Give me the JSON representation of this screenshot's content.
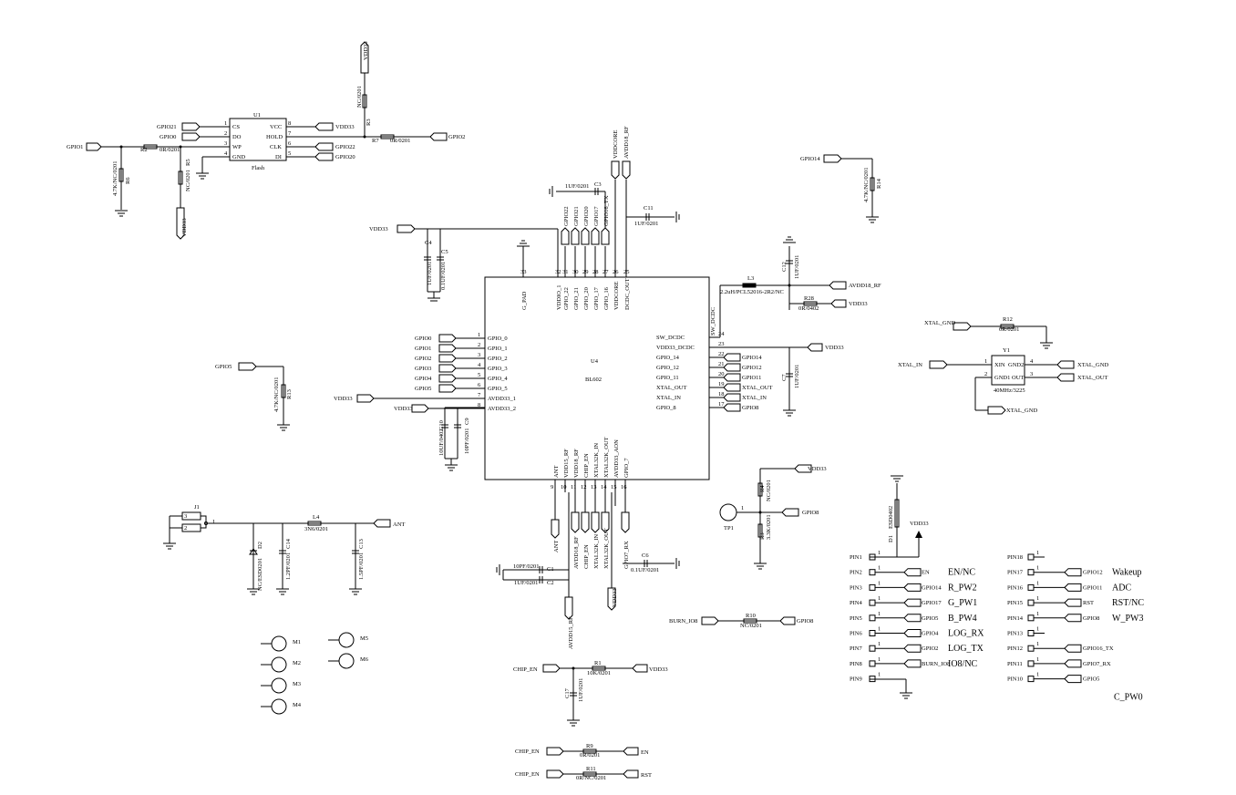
{
  "flash": {
    "ref": "U1",
    "name": "Flash",
    "left_pins": [
      {
        "num": "1",
        "name": "CS",
        "net": "GPIO21"
      },
      {
        "num": "2",
        "name": "DO",
        "net": "GPIO0"
      },
      {
        "num": "3",
        "name": "WP"
      },
      {
        "num": "4",
        "name": "GND"
      }
    ],
    "right_pins": [
      {
        "num": "8",
        "name": "VCC",
        "net": "VDD33"
      },
      {
        "num": "7",
        "name": "HOLD"
      },
      {
        "num": "6",
        "name": "CLK",
        "net": "GPIO22"
      },
      {
        "num": "5",
        "name": "DI",
        "net": "GPIO20"
      }
    ],
    "gpio1": "GPIO1",
    "gpio2": "GPIO2",
    "vdd_top": "VDD33",
    "vdd_bot": "VDD33",
    "r2": "R2",
    "r2v": "0R/0201",
    "r6": "R6",
    "r6v": "4.7K/NC/0201",
    "r5": "R5",
    "r5v": "NC/0201",
    "r3": "R3",
    "r3v": "NC/0201",
    "r7": "R7",
    "r7v": "0R/0201"
  },
  "gpio14_pull": {
    "net": "GPIO14",
    "ref": "R14",
    "val": "4.7K/NC/0201"
  },
  "gpio5_pull": {
    "net": "GPIO5",
    "ref": "R13",
    "val": "4.7K/NC/0201"
  },
  "ic": {
    "ref": "U4",
    "name": "BL602",
    "left_pins": [
      {
        "num": "1",
        "name": "GPIO_0",
        "net": "GPIO0"
      },
      {
        "num": "2",
        "name": "GPIO_1",
        "net": "GPIO1"
      },
      {
        "num": "3",
        "name": "GPIO_2",
        "net": "GPIO2"
      },
      {
        "num": "4",
        "name": "GPIO_3",
        "net": "GPIO3"
      },
      {
        "num": "5",
        "name": "GPIO_4",
        "net": "GPIO4"
      },
      {
        "num": "6",
        "name": "GPIO_5",
        "net": "GPIO5"
      },
      {
        "num": "7",
        "name": "AVDD33_1",
        "net": "VDD33"
      },
      {
        "num": "8",
        "name": "AVDD33_2",
        "net": "VDD33"
      }
    ],
    "right_pins": [
      {
        "num": "24",
        "name": "SW_DCDC"
      },
      {
        "num": "23",
        "name": "VDD33_DCDC",
        "net": "VDD33"
      },
      {
        "num": "22",
        "name": "GPIO_14",
        "net": "GPIO14"
      },
      {
        "num": "21",
        "name": "GPIO_12",
        "net": "GPIO12"
      },
      {
        "num": "20",
        "name": "GPIO_11",
        "net": "GPIO11"
      },
      {
        "num": "19",
        "name": "XTAL_OUT",
        "net": "XTAL_OUT"
      },
      {
        "num": "18",
        "name": "XTAL_IN",
        "net": "XTAL_IN"
      },
      {
        "num": "17",
        "name": "GPIO_8",
        "net": "GPIO8"
      }
    ],
    "top_pins": [
      {
        "num": "33",
        "name": "G_PAD"
      },
      {
        "num": "32",
        "name": "VDDIO_1"
      },
      {
        "num": "31",
        "name": "GPIO_22",
        "net": "GPIO22"
      },
      {
        "num": "30",
        "name": "GPIO_21",
        "net": "GPIO21"
      },
      {
        "num": "29",
        "name": "GPIO_20",
        "net": "GPIO20"
      },
      {
        "num": "28",
        "name": "GPIO_17",
        "net": "GPIO17"
      },
      {
        "num": "27",
        "name": "GPIO_16",
        "net": "GPIO16_TX"
      },
      {
        "num": "26",
        "name": "VDDCORE",
        "net": "VDDCORE"
      },
      {
        "num": "25",
        "name": "DCDC_OUT",
        "net": "AVDD18_RF"
      }
    ],
    "bottom_pins": [
      {
        "num": "9",
        "name": "ANT",
        "net": "ANT"
      },
      {
        "num": "10",
        "name": "VDD15_RF",
        "net": "AVDD15_RF"
      },
      {
        "num": "11",
        "name": "VDD18_RF",
        "net": "AVDD18_RF"
      },
      {
        "num": "12",
        "name": "CHIP_EN",
        "net": "CHIP_EN"
      },
      {
        "num": "13",
        "name": "XTAL32K_IN",
        "net": "XTAL32K_IN"
      },
      {
        "num": "14",
        "name": "XTAL32K_OUT",
        "net": "XTAL32K_OUT"
      },
      {
        "num": "15",
        "name": "AVDD33_AON",
        "net": "VDD33"
      },
      {
        "num": "16",
        "name": "GPIO_7",
        "net": "GPIO7_RX"
      }
    ],
    "vdd33_top": "VDD33",
    "c3": "C3",
    "c3v": "1UF/0201",
    "c11": "C11",
    "c11v": "1UF/0201",
    "c4": "C4",
    "c4v": "1UF/0201",
    "c5": "C5",
    "c5v": "0.1UF/0201",
    "c10": "C10",
    "c10v": "10UF/0402",
    "c9": "C9",
    "c9v": "10PF/0201",
    "c12": "C12",
    "c12v": "1UF/0201",
    "l3": "L3",
    "l3v": "2.2uH/PCL52016-2R2/NC",
    "avdd18": "AVDD18_RF",
    "r28": "R28",
    "r28v": "0R/0402",
    "vdd33_r28": "VDD33",
    "c7": "C7",
    "c7v": "1UF/0201",
    "vdd33_right": "VDD33",
    "c1": "C1",
    "c1v": "10PF/0201",
    "c2": "C2",
    "c2v": "1UF/0201",
    "c6": "C6",
    "c6v": "0.1UF/0201",
    "avdd15": "AVDD15_RF",
    "vdd33_bot": "VDD33",
    "ant_net": "ANT"
  },
  "xtal": {
    "ref": "Y1",
    "val": "40MHz/3225",
    "gnd_net": "XTAL_GND",
    "in_net": "XTAL_IN",
    "out_net": "XTAL_OUT",
    "r12": "R12",
    "r12v": "0R/0201",
    "p1": "1",
    "p2": "2",
    "p3": "3",
    "p4": "4",
    "xin": "XIN",
    "gnd2": "GND2",
    "gnd1": "GND1",
    "xout": "OUT"
  },
  "rf": {
    "j1": "J1",
    "l4": "L4",
    "l4v": "3N6/0201",
    "d2": "D2",
    "d2v": "NC/ESD0201",
    "c14": "C14",
    "c14v": "1.2PF/0201",
    "c13": "C13",
    "c13v": "1.5PF/0201",
    "ant": "ANT",
    "p3": "3",
    "p1": "1",
    "p2": "2"
  },
  "testpoint": {
    "ref": "TP1",
    "net": "GPIO8",
    "vdd": "VDD33",
    "r4": "R4",
    "r4v": "NC/0201",
    "r3": "R3",
    "r3v": "3.3K/0201",
    "pin": "1"
  },
  "burn": {
    "net": "BURN_IO8",
    "ref": "R10",
    "val": "NC/0201",
    "gpio": "GPIO8"
  },
  "mounts": [
    "M1",
    "M2",
    "M3",
    "M4",
    "M5",
    "M6"
  ],
  "chip_en": {
    "net": "CHIP_EN",
    "r1": "R1",
    "r1v": "10K/0201",
    "vdd": "VDD33",
    "c17": "C17",
    "c17v": "1UF/0201",
    "r9": "R9",
    "r9v": "0R/0201",
    "en": "EN",
    "r11": "R11",
    "r11v": "0R/NC/0201",
    "rst": "RST"
  },
  "header_left": {
    "d1": "D1",
    "d1v": "ESD0402",
    "vdd": "VDD33",
    "pins": [
      {
        "pin": "PIN1",
        "net": "",
        "func": ""
      },
      {
        "pin": "PIN2",
        "net": "EN",
        "func": "EN/NC"
      },
      {
        "pin": "PIN3",
        "net": "GPIO14",
        "func": "R_PW2"
      },
      {
        "pin": "PIN4",
        "net": "GPIO17",
        "func": "G_PW1"
      },
      {
        "pin": "PIN5",
        "net": "GPIO5",
        "func": "B_PW4"
      },
      {
        "pin": "PIN6",
        "net": "GPIO4",
        "func": "LOG_RX"
      },
      {
        "pin": "PIN7",
        "net": "GPIO2",
        "func": "LOG_TX"
      },
      {
        "pin": "PIN8",
        "net": "BURN_IO8",
        "func": "IO8/NC"
      },
      {
        "pin": "PIN9",
        "net": "",
        "func": ""
      }
    ]
  },
  "header_right": {
    "pins": [
      {
        "pin": "PIN18",
        "net": "",
        "func": ""
      },
      {
        "pin": "PIN17",
        "net": "GPIO12",
        "func": "Wakeup"
      },
      {
        "pin": "PIN16",
        "net": "GPIO11",
        "func": "ADC"
      },
      {
        "pin": "PIN15",
        "net": "RST",
        "func": "RST/NC"
      },
      {
        "pin": "PIN14",
        "net": "GPIO8",
        "func": "W_PW3"
      },
      {
        "pin": "PIN13",
        "net": "",
        "func": ""
      },
      {
        "pin": "PIN12",
        "net": "GPIO16_TX",
        "func": ""
      },
      {
        "pin": "PIN11",
        "net": "GPIO7_RX",
        "func": ""
      },
      {
        "pin": "PIN10",
        "net": "GPIO5",
        "func": "C_PW0"
      }
    ]
  }
}
